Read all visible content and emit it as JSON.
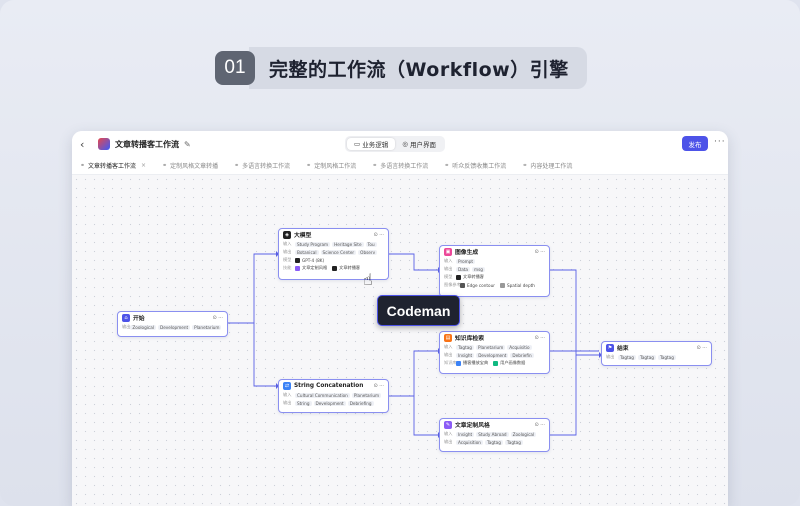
{
  "step": {
    "number": "01",
    "title": "完整的工作流（Workflow）引擎"
  },
  "app": {
    "title": "文章转播客工作流",
    "segments": [
      "业务逻辑",
      "用户界面"
    ],
    "publish": "发布",
    "more": "···"
  },
  "tabs": [
    "文章转播客工作流",
    "定制风格文章转播",
    "多语言转换工作流",
    "定制风格工作流",
    "多语言转换工作流",
    "听众反馈收集工作流",
    "内容处理工作流"
  ],
  "nodes": {
    "start": {
      "title": "开始",
      "rows": [
        {
          "label": "输出",
          "chips": [
            "Zoological",
            "Development",
            "Planetarium"
          ]
        }
      ]
    },
    "llm": {
      "title": "大模型",
      "rows": [
        {
          "label": "输入",
          "chips": [
            "Study Program",
            "Heritage Site",
            "Tou"
          ]
        },
        {
          "label": "输出",
          "chips": [
            "Botanical",
            "Science Center",
            "Observ"
          ]
        },
        {
          "label": "模型",
          "chips": [
            "GPT-4 (8K)"
          ]
        },
        {
          "label": "技能",
          "chips": [
            "文章定制风格",
            "文章转播客"
          ]
        }
      ]
    },
    "concat": {
      "title": "String Concatenation",
      "rows": [
        {
          "label": "输入",
          "chips": [
            "Cultural Communication",
            "Planetarium"
          ]
        },
        {
          "label": "输出",
          "chips": [
            "String",
            "Development",
            "Debriefing"
          ]
        }
      ]
    },
    "image": {
      "title": "图像生成",
      "rows": [
        {
          "label": "输入",
          "chips": [
            "Prompt"
          ]
        },
        {
          "label": "输出",
          "chips": [
            "Data",
            "msg"
          ]
        },
        {
          "label": "模型",
          "chips": [
            "文章转播客"
          ]
        },
        {
          "label": "图像参考",
          "chips": [
            "Edge contour",
            "Spatial depth"
          ]
        }
      ]
    },
    "knowledge": {
      "title": "知识库检索",
      "rows": [
        {
          "label": "输入",
          "chips": [
            "Tagtag",
            "Planetarium",
            "Acquisitio"
          ]
        },
        {
          "label": "输出",
          "chips": [
            "Insight",
            "Development",
            "Debriefin"
          ]
        },
        {
          "label": "知识库",
          "chips": [
            "播客播放宝典",
            "用户画像数据"
          ]
        }
      ]
    },
    "style": {
      "title": "文章定制风格",
      "rows": [
        {
          "label": "输入",
          "chips": [
            "Insight",
            "Study Abroad",
            "Zoological"
          ]
        },
        {
          "label": "输出",
          "chips": [
            "Acquisition",
            "Tagtag",
            "Tagtag"
          ]
        }
      ]
    },
    "end": {
      "title": "结束",
      "rows": [
        {
          "label": "输出",
          "chips": [
            "Tagtag",
            "Tagtag",
            "Tagtag"
          ]
        }
      ]
    }
  },
  "tooltip": "Codeman",
  "colors": {
    "accent": "#4d53e8",
    "wire": "#5a60e6"
  }
}
